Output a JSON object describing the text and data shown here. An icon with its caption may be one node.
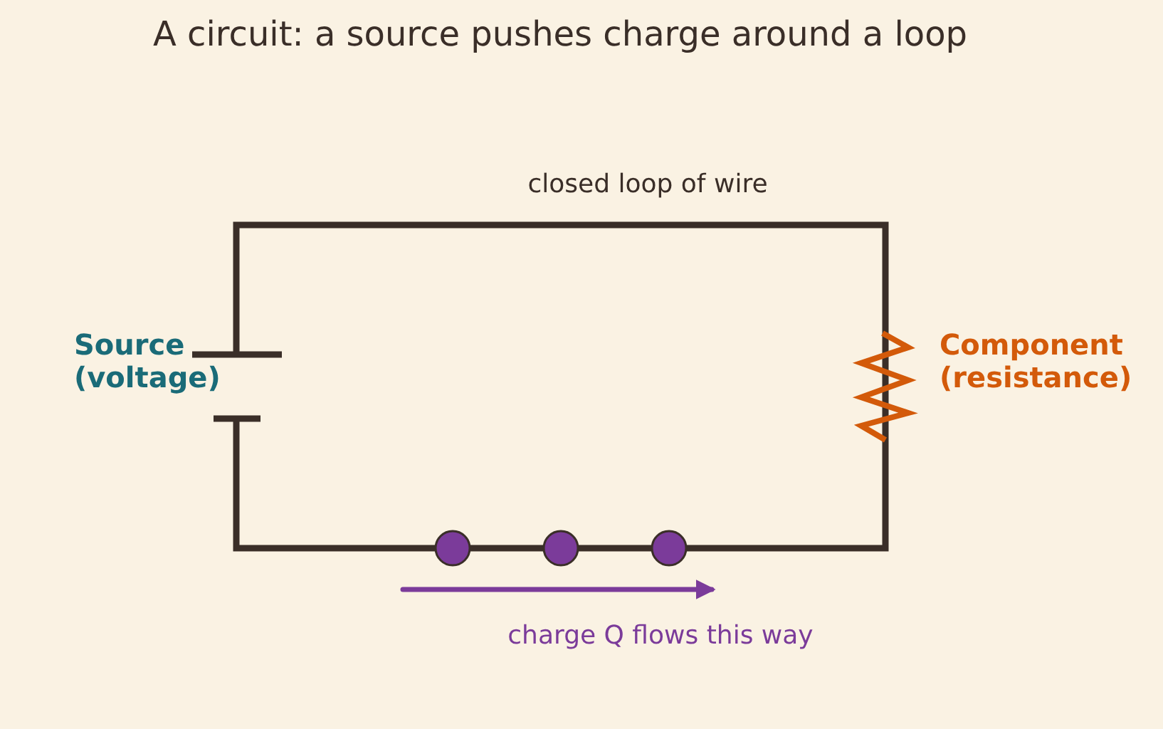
{
  "diagram": {
    "title": "A circuit: a source pushes charge around a loop",
    "labels": [
      "closed loop of wire",
      "Source (voltage)",
      "Component (resistance)",
      "charge Q flows this way"
    ]
  }
}
